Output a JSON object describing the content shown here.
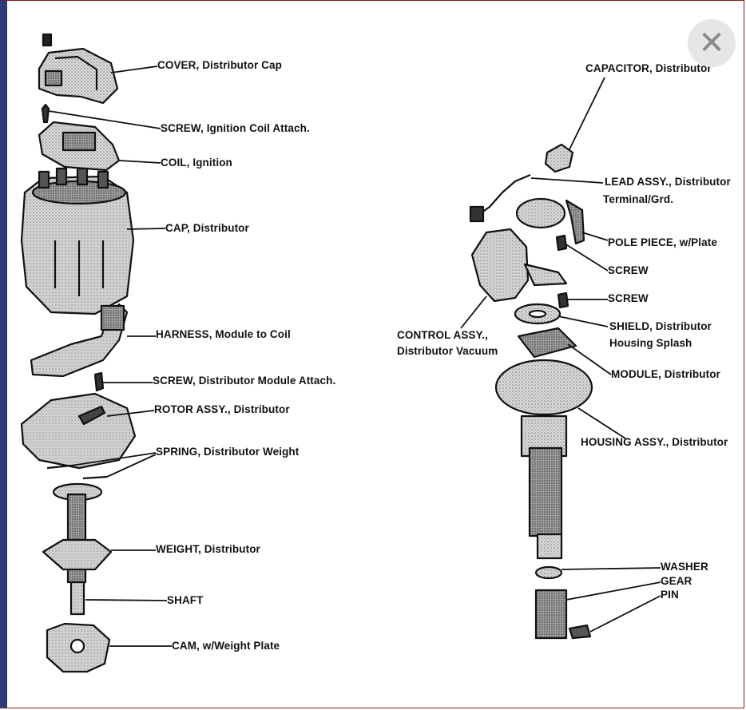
{
  "close_button": {
    "icon": "close-icon",
    "glyph": "✕"
  },
  "labels": {
    "cover": "COVER, Distributor Cap",
    "screw_coil": "SCREW, Ignition Coil Attach.",
    "coil": "COIL, Ignition",
    "cap": "CAP, Distributor",
    "harness": "HARNESS, Module to Coil",
    "screw_module": "SCREW, Distributor Module Attach.",
    "rotor": "ROTOR ASSY., Distributor",
    "spring": "SPRING, Distributor Weight",
    "weight": "WEIGHT, Distributor",
    "shaft": "SHAFT",
    "cam": "CAM, w/Weight Plate",
    "capacitor": "CAPACITOR, Distributor",
    "lead_1": "LEAD ASSY., Distributor",
    "lead_2": "Terminal/Grd.",
    "pole_piece": "POLE PIECE, w/Plate",
    "screw_r1": "SCREW",
    "screw_r2": "SCREW",
    "control_1": "CONTROL ASSY.,",
    "control_2": "Distributor Vacuum",
    "shield_1": "SHIELD, Distributor",
    "shield_2": "Housing Splash",
    "module": "MODULE, Distributor",
    "housing": "HOUSING ASSY., Distributor",
    "washer": "WASHER",
    "gear": "GEAR",
    "pin": "PIN"
  }
}
